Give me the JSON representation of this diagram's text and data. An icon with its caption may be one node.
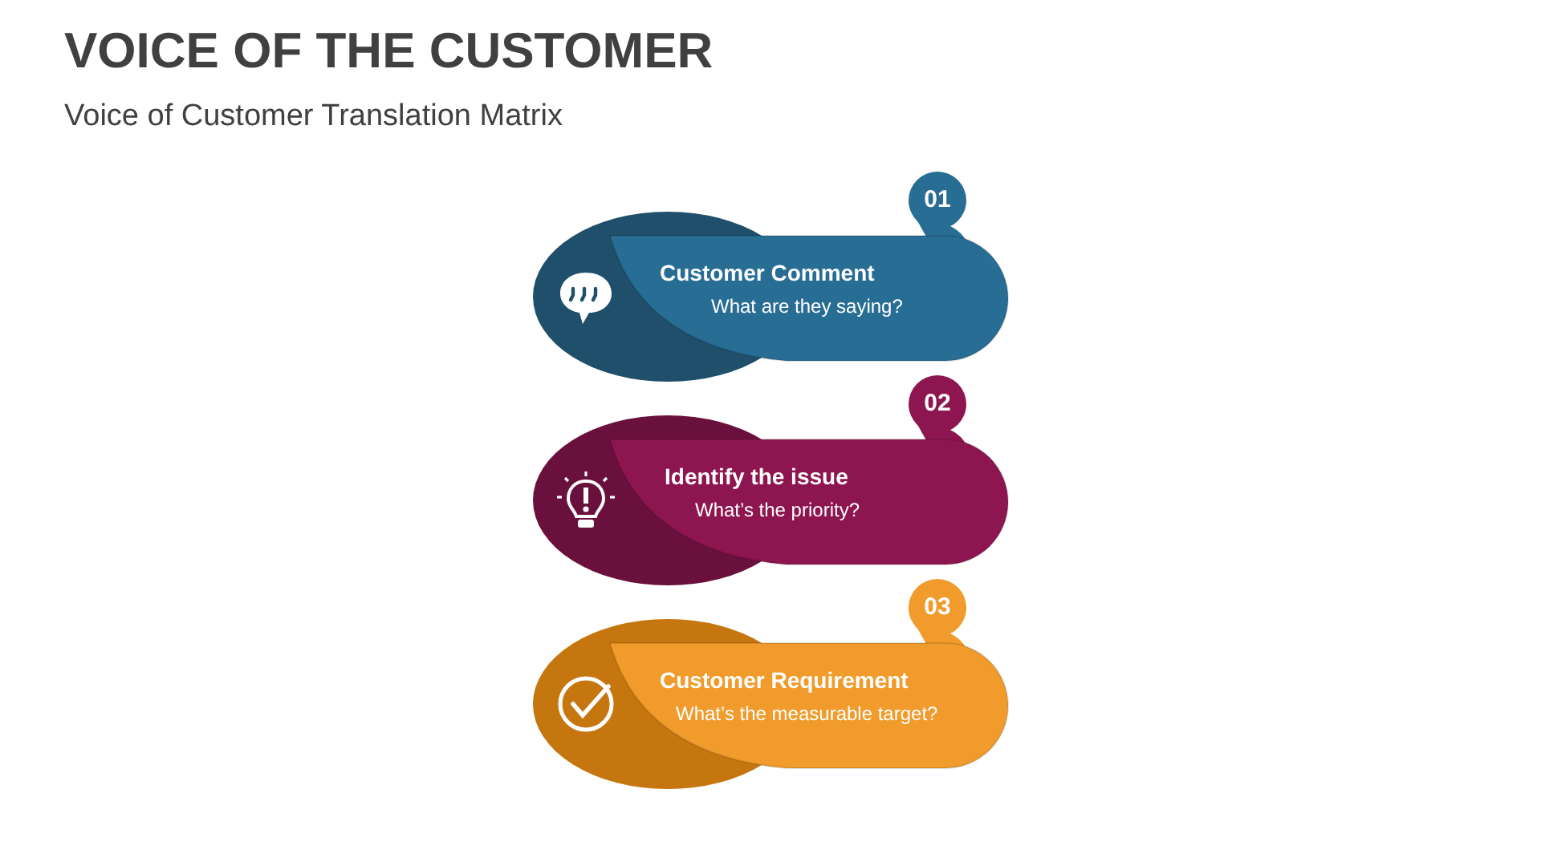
{
  "diagram": {
    "title": "VOICE OF THE CUSTOMER",
    "nodes": [
      {
        "text": [
          "01",
          "Customer Comment",
          "What are they saying?"
        ]
      },
      {
        "text": [
          "02",
          "Identify the issue",
          "What’s the priority?"
        ]
      },
      {
        "text": [
          "03",
          "Customer Requirement",
          "What’s the measurable target?"
        ]
      }
    ],
    "labels": [
      "Voice of Customer Translation Matrix"
    ]
  }
}
